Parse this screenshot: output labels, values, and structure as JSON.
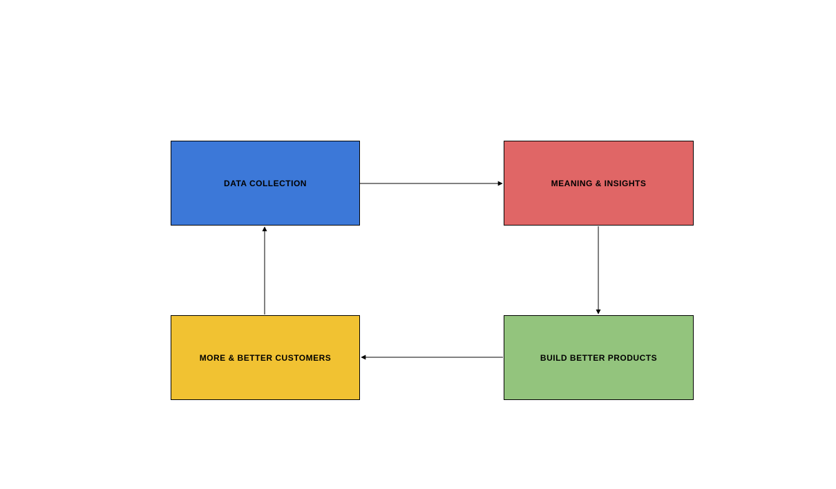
{
  "diagram": {
    "background": "#ffffff",
    "line_color": "#000000",
    "text_color": "#000000",
    "nodes": [
      {
        "id": "data-collection",
        "label": "DATA COLLECTION",
        "color": "#3c78d8"
      },
      {
        "id": "meaning-insights",
        "label": "MEANING & INSIGHTS",
        "color": "#e06666"
      },
      {
        "id": "build-better-products",
        "label": "BUILD BETTER PRODUCTS",
        "color": "#93c47d"
      },
      {
        "id": "more-better-customers",
        "label": "MORE & BETTER CUSTOMERS",
        "color": "#f1c232"
      }
    ],
    "edges": [
      {
        "from": "DATA COLLECTION",
        "to": "MEANING & INSIGHTS"
      },
      {
        "from": "MEANING & INSIGHTS",
        "to": "BUILD BETTER PRODUCTS"
      },
      {
        "from": "BUILD BETTER PRODUCTS",
        "to": "MORE & BETTER CUSTOMERS"
      },
      {
        "from": "MORE & BETTER CUSTOMERS",
        "to": "DATA COLLECTION"
      }
    ]
  }
}
